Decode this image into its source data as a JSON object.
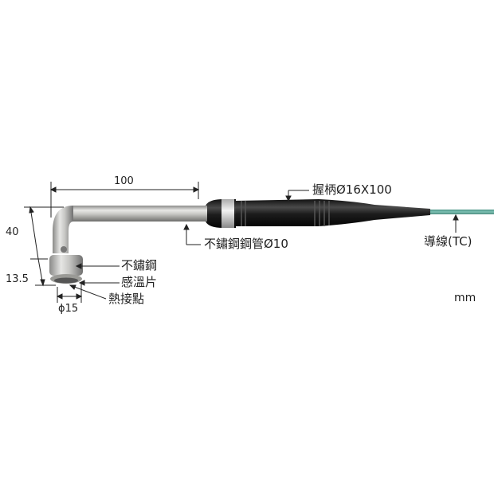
{
  "diagram": {
    "unit": "mm",
    "dimensions": {
      "length_top": "100",
      "height_vertical": "40",
      "height_head": "13.5",
      "head_diameter": "ϕ15"
    },
    "callouts": {
      "handle": "握柄Ø16X100",
      "tube": "不鏽鋼鋼管Ø10",
      "lead_wire": "導線(TC)",
      "stainless": "不鏽鋼",
      "sensor_plate": "感溫片",
      "hot_junction": "熱接點"
    },
    "colors": {
      "steel": "#b9b9b6",
      "handle": "#1d1d1d",
      "cable": "#5fa89a",
      "dim_line": "#222222"
    }
  }
}
